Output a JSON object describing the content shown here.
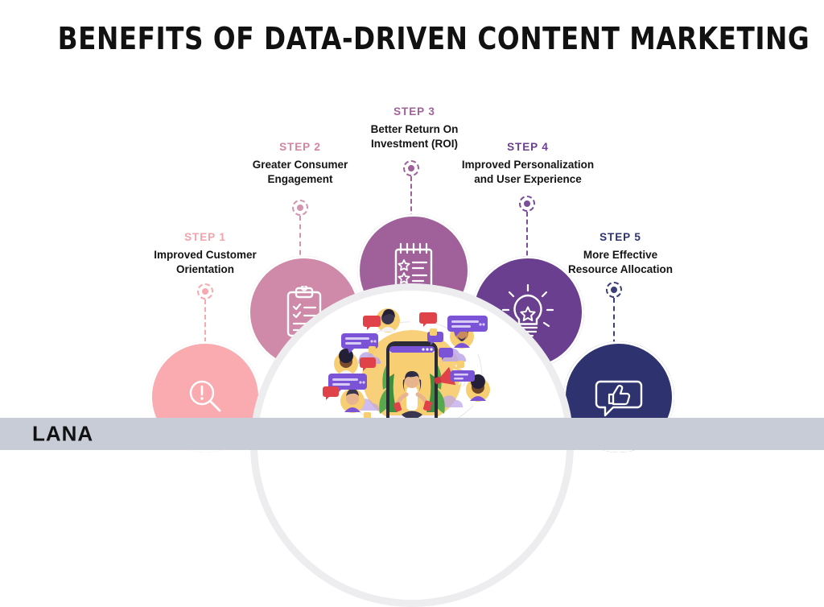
{
  "page": {
    "title": "BENEFITS OF DATA-DRIVEN CONTENT MARKETING",
    "background_color": "#FFFFFF"
  },
  "footer": {
    "brand": "LANA",
    "background_color": "#C7CCD6",
    "text_color": "#111111"
  },
  "steps": [
    {
      "kicker": "STEP 1",
      "description": "Improved Customer Orientation",
      "description_line1": "Improved Customer",
      "description_line2": "Orientation",
      "color": "#F9ABB0",
      "label_color": "#F4A2A8",
      "icon": "magnifier-alert-icon"
    },
    {
      "kicker": "STEP 2",
      "description": "Greater Consumer Engagement",
      "description_line1": "Greater Consumer",
      "description_line2": "Engagement",
      "color": "#CE8AA8",
      "label_color": "#D4849F",
      "icon": "clipboard-checklist-icon"
    },
    {
      "kicker": "STEP 3",
      "description": "Better Return On Investment (ROI)",
      "description_line1": "Better Return On",
      "description_line2": "Investment (ROI)",
      "color": "#A0619B",
      "label_color": "#A0619B",
      "icon": "notepad-star-rating-icon"
    },
    {
      "kicker": "STEP 4",
      "description": "Improved Personalization and User Experience",
      "description_line1": "Improved Personalization",
      "description_line2": "and User Experience",
      "color": "#6B3F8F",
      "label_color": "#6B3F8F",
      "icon": "lightbulb-star-icon"
    },
    {
      "kicker": "STEP 5",
      "description": "More Effective Resource Allocation",
      "description_line1": "More Effective",
      "description_line2": "Resource Allocation",
      "color": "#2E3370",
      "label_color": "#2E3370",
      "icon": "thumbs-up-bubble-icon"
    }
  ],
  "illustration": {
    "name": "social-media-engagement-illustration",
    "description": "Smartphone with seated person surrounded by avatar circles, chat bubbles, clouds and a megaphone"
  }
}
